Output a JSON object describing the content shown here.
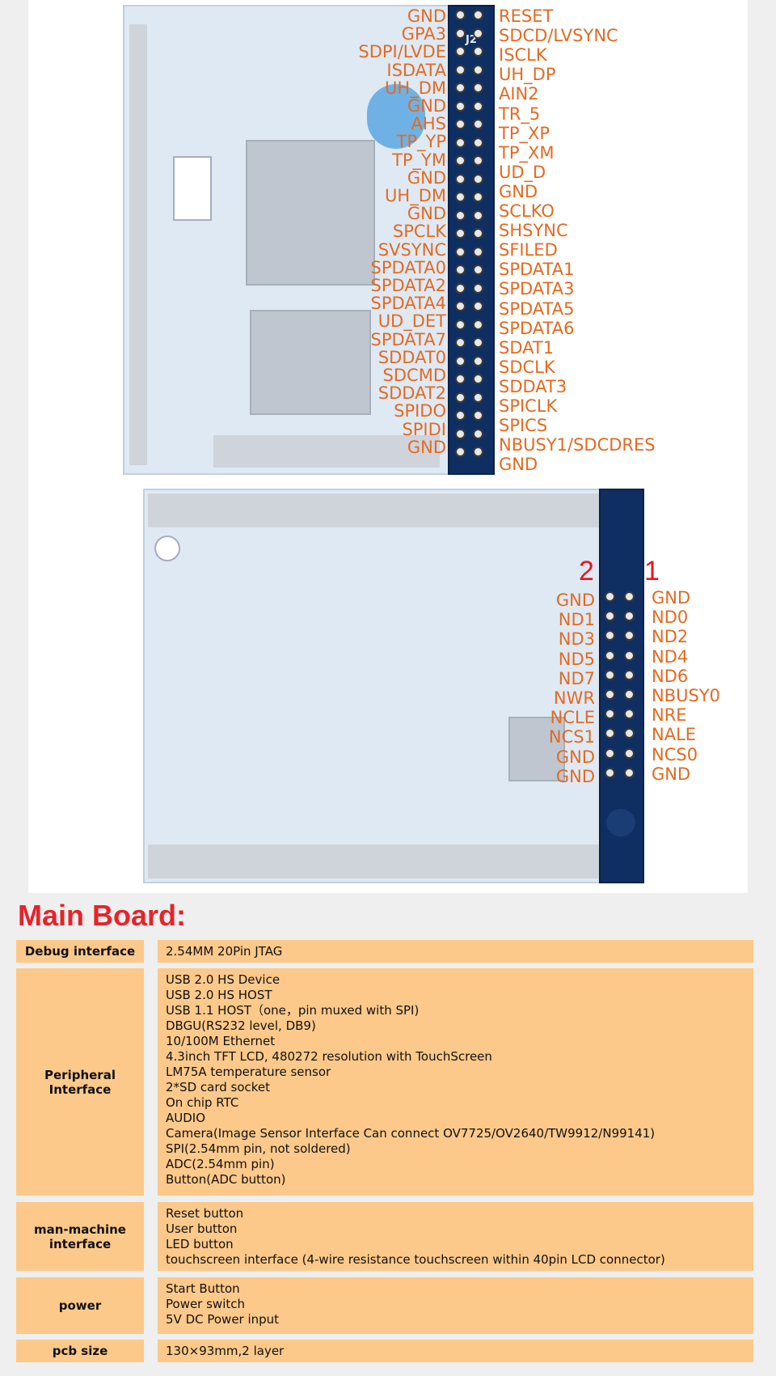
{
  "top_header": {
    "designator": "J2",
    "left_pins": [
      "GND",
      "GPA3",
      "SDPI/LVDE",
      "ISDATA",
      "UH_DM",
      "GND",
      "AHS",
      "TP_YP",
      "TP_YM",
      "GND",
      "UH_DM",
      "GND",
      "SPCLK",
      "SVSYNC",
      "SPDATA0",
      "SPDATA2",
      "SPDATA4",
      "UD_DET",
      "SPDATA7",
      "SDDAT0",
      "SDCMD",
      "SDDAT2",
      "SPIDO",
      "SPIDI",
      "GND"
    ],
    "right_pins": [
      "RESET",
      "SDCD/LVSYNC",
      "ISCLK",
      "UH_DP",
      "AIN2",
      "TR_5",
      "TP_XP",
      "TP_XM",
      "UD_D",
      "GND",
      "SCLKO",
      "SHSYNC",
      "SFILED",
      "SPDATA1",
      "SPDATA3",
      "SPDATA5",
      "SPDATA6",
      "SDAT1",
      "SDCLK",
      "SDDAT3",
      "SPICLK",
      "SPICS",
      "NBUSY1/SDCDRES",
      "GND"
    ]
  },
  "bottom_header": {
    "col_left_number": "2",
    "col_right_number": "1",
    "left_pins": [
      "GND",
      "ND1",
      "ND3",
      "ND5",
      "ND7",
      "NWR",
      "NCLE",
      "NCS1",
      "GND",
      "GND"
    ],
    "right_pins": [
      "GND",
      "ND0",
      "ND2",
      "ND4",
      "ND6",
      "NBUSY0",
      "NRE",
      "NALE",
      "NCS0",
      "GND"
    ]
  },
  "colors": {
    "pin_label": "#e46a21",
    "title": "#e5242a",
    "table_fill": "#fcc98a",
    "header_blue": "#0f2f63"
  },
  "spec": {
    "title": "Main Board:",
    "rows": [
      {
        "label": "Debug interface",
        "values": [
          "2.54MM 20Pin JTAG"
        ]
      },
      {
        "label": "Peripheral Interface",
        "values": [
          "USB 2.0 HS Device",
          "USB 2.0 HS HOST",
          "USB 1.1 HOST（one，pin muxed with SPI)",
          "DBGU(RS232 level, DB9)",
          "10/100M Ethernet",
          "4.3inch TFT LCD, 480272 resolution with TouchScreen",
          "LM75A temperature sensor",
          "2*SD card socket",
          "On chip RTC",
          "AUDIO",
          "Camera(Image Sensor Interface  Can connect OV7725/OV2640/TW9912/N99141)",
          "SPI(2.54mm pin, not soldered)",
          "ADC(2.54mm pin)",
          "Button(ADC button)"
        ]
      },
      {
        "label": "man-machine interface",
        "values": [
          "Reset button",
          "User button",
          "LED button",
          "touchscreen interface (4-wire resistance touchscreen within 40pin LCD connector)"
        ]
      },
      {
        "label": "power",
        "values": [
          "Start Button",
          "Power switch",
          "5V DC Power input"
        ]
      },
      {
        "label": "pcb size",
        "values": [
          "130×93mm,2 layer"
        ]
      }
    ]
  }
}
